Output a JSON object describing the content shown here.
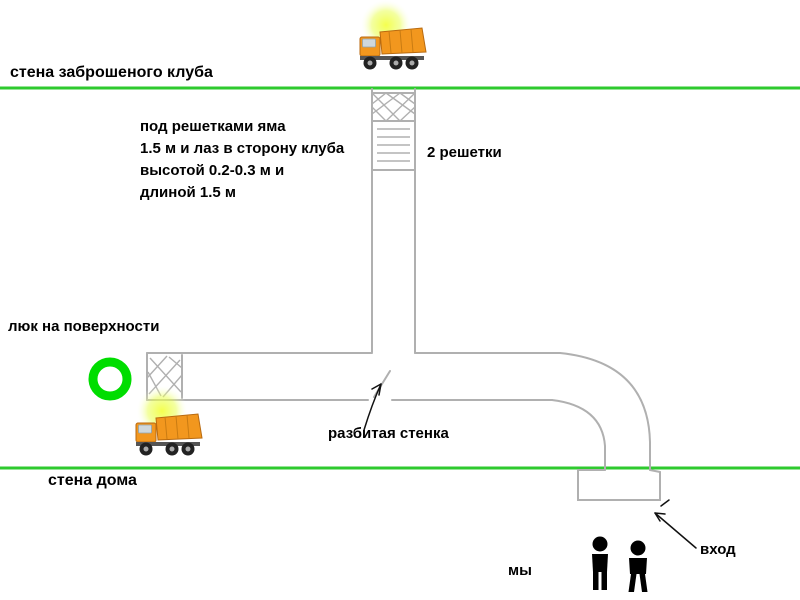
{
  "colors": {
    "wall_line": "#2fca2f",
    "corridor_line": "#b0b0b0",
    "manhole_green": "#00dd00",
    "truck_orange": "#f2971e",
    "glow_yellow": "#eaff55",
    "text": "#000000"
  },
  "labels": {
    "club_wall": "стена заброшеного клуба",
    "grates": "2 решетки",
    "note_lines": [
      "под решетками яма",
      "1.5 м и лаз в сторону клуба",
      "высотой 0.2-0.3 м и",
      "длиной 1.5 м"
    ],
    "surface_hatch": "люк на поверхности",
    "broken_wall": "разбитая стенка",
    "house_wall": "стена дома",
    "us": "мы",
    "entrance": "вход"
  },
  "icons": {
    "truck_top": "dump-truck-icon",
    "truck_bottom": "dump-truck-icon",
    "manhole": "manhole-ring-icon",
    "people": "two-people-icon",
    "broken_wall_arrow": "arrow-icon",
    "entrance_arrow": "arrow-icon"
  }
}
